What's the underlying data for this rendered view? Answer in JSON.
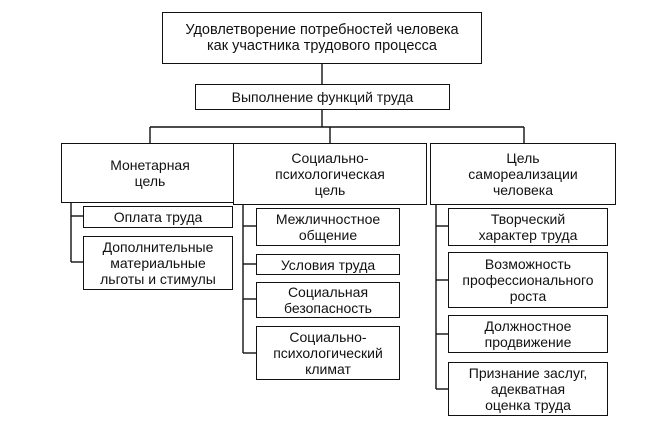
{
  "root": "Удовлетворение потребностей человека\nкак участника трудового процесса",
  "level2": "Выполнение функций труда",
  "branches": [
    {
      "title": "Монетарная\nцель",
      "items": [
        "Оплата труда",
        "Дополнительные\nматериальные\nльготы и стимулы"
      ]
    },
    {
      "title": "Социально-\nпсихологическая\nцель",
      "items": [
        "Межличностное\nобщение",
        "Условия труда",
        "Социальная\nбезопасность",
        "Социально-\nпсихологический\nклимат"
      ]
    },
    {
      "title": "Цель\nсамореализации\nчеловека",
      "items": [
        "Творческий\nхарактер труда",
        "Возможность\nпрофессионального\nроста",
        "Должностное\nпродвижение",
        "Признание заслуг,\nадекватная\nоценка труда"
      ]
    }
  ]
}
